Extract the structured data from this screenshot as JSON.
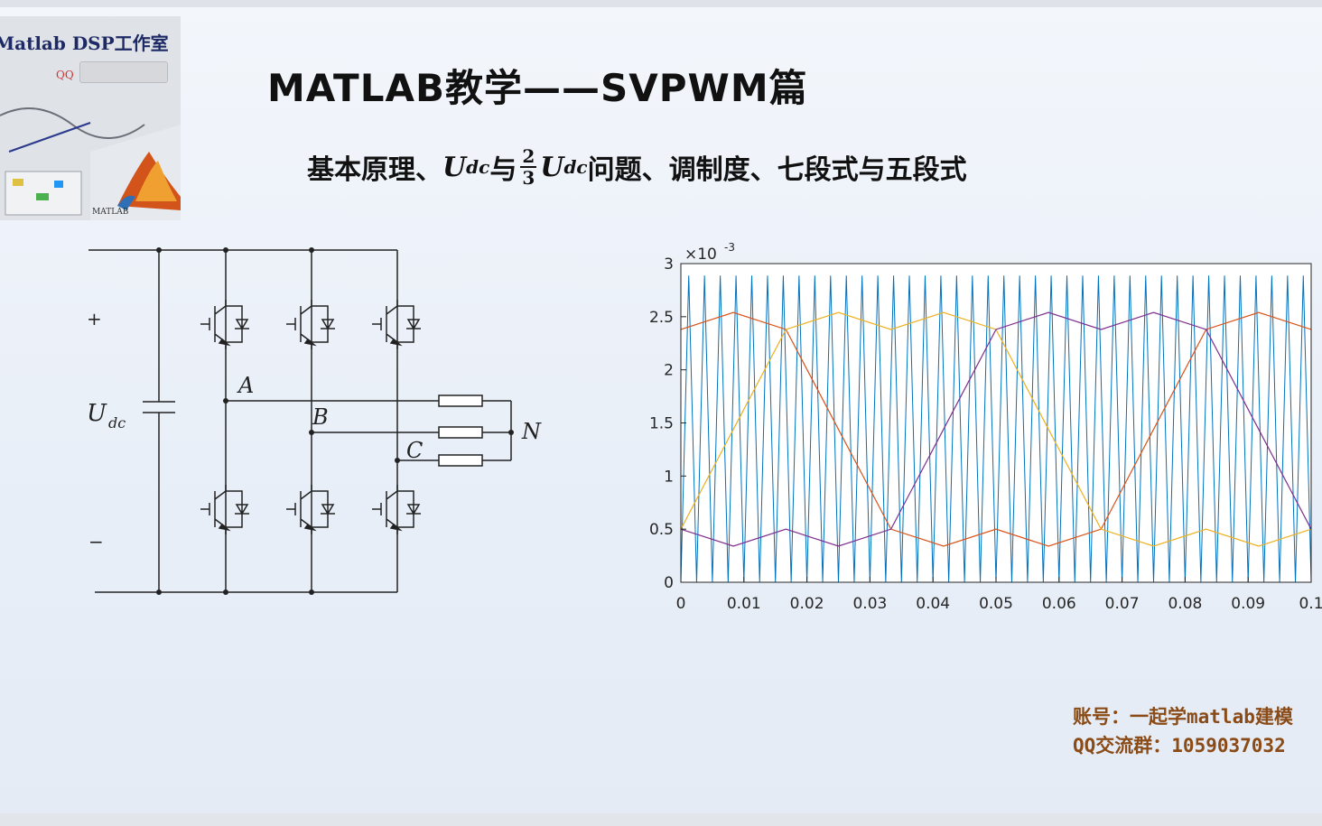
{
  "logo": {
    "text": "Matlab DSP工作室",
    "qq_label": "QQ",
    "matlab_mark": "MATLAB"
  },
  "title": "MATLAB教学——SVPWM篇",
  "subtitle": {
    "part1": "基本原理、",
    "u1": "U",
    "sub1": "dc",
    "part2": "与",
    "frac_num": "2",
    "frac_den": "3",
    "u2": "U",
    "sub2": "dc",
    "part3": "问题、调制度、七段式与五段式"
  },
  "circuit": {
    "plus": "+",
    "minus": "−",
    "udc_u": "U",
    "udc_sub": "dc",
    "node_a": "A",
    "node_b": "B",
    "node_c": "C",
    "node_n": "N"
  },
  "chart_data": {
    "type": "line",
    "title": "",
    "xlabel": "",
    "ylabel": "",
    "y_exponent_label": "×10",
    "y_exponent_power": "-3",
    "xlim": [
      0,
      0.1
    ],
    "ylim": [
      0,
      3
    ],
    "x_ticks": [
      "0",
      "0.01",
      "0.02",
      "0.03",
      "0.04",
      "0.05",
      "0.06",
      "0.07",
      "0.08",
      "0.09",
      "0.1"
    ],
    "y_ticks": [
      "0",
      "0.5",
      "1",
      "1.5",
      "2",
      "2.5",
      "3"
    ],
    "grid": false,
    "carrier": {
      "amplitude": 2.887,
      "period": 0.0025,
      "color": "#0072bd"
    },
    "series": [
      {
        "color": "#d95319",
        "x": [
          0,
          0.00833,
          0.01667,
          0.025,
          0.03333,
          0.04167,
          0.05,
          0.05833,
          0.06667,
          0.075,
          0.08333,
          0.09167,
          0.1
        ],
        "y": [
          2.38,
          2.54,
          2.38,
          1.44,
          0.5,
          0.34,
          0.5,
          0.34,
          0.5,
          1.44,
          2.38,
          2.54,
          2.38
        ]
      },
      {
        "color": "#edb120",
        "x": [
          0,
          0.00833,
          0.01667,
          0.025,
          0.03333,
          0.04167,
          0.05,
          0.05833,
          0.06667,
          0.075,
          0.08333,
          0.09167,
          0.1
        ],
        "y": [
          0.5,
          1.44,
          2.38,
          2.54,
          2.38,
          2.54,
          2.38,
          1.44,
          0.5,
          0.34,
          0.5,
          0.34,
          0.5
        ]
      },
      {
        "color": "#7e2f8e",
        "x": [
          0,
          0.00833,
          0.01667,
          0.025,
          0.03333,
          0.04167,
          0.05,
          0.05833,
          0.06667,
          0.075,
          0.08333,
          0.09167,
          0.1
        ],
        "y": [
          0.5,
          0.34,
          0.5,
          0.34,
          0.5,
          1.44,
          2.38,
          2.54,
          2.38,
          2.54,
          2.38,
          1.44,
          0.5
        ]
      }
    ]
  },
  "account": {
    "line1": "账号：一起学matlab建模",
    "line2": "QQ交流群：1059037032"
  }
}
